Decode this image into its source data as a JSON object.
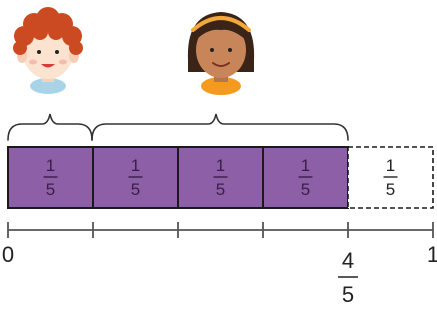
{
  "characters": [
    {
      "name": "boy",
      "hair": "#cc4a22",
      "skin": "#fbe3cf",
      "shirt": "#a9d3e8",
      "icon": "boy-face-icon"
    },
    {
      "name": "girl",
      "hair": "#3a2418",
      "skin": "#c9855a",
      "shirt": "#f39a1f",
      "icon": "girl-face-icon"
    }
  ],
  "braces": [
    {
      "covers_units": 1,
      "icon": "curly-brace-icon"
    },
    {
      "covers_units": 3,
      "icon": "curly-brace-icon"
    }
  ],
  "strip": {
    "units": [
      {
        "numerator": "1",
        "denominator": "5",
        "shaded": true
      },
      {
        "numerator": "1",
        "denominator": "5",
        "shaded": true
      },
      {
        "numerator": "1",
        "denominator": "5",
        "shaded": true
      },
      {
        "numerator": "1",
        "denominator": "5",
        "shaded": true
      },
      {
        "numerator": "1",
        "denominator": "5",
        "shaded": false
      }
    ],
    "shaded_color": "#8d5fa6",
    "outline_color": "#1a1a1a"
  },
  "number_line": {
    "ticks": 6,
    "labels": [
      {
        "tick": 0,
        "type": "whole",
        "text": "0"
      },
      {
        "tick": 4,
        "type": "fraction",
        "numerator": "4",
        "denominator": "5"
      },
      {
        "tick": 5,
        "type": "whole",
        "text": "1"
      }
    ],
    "line_color": "#555555"
  }
}
